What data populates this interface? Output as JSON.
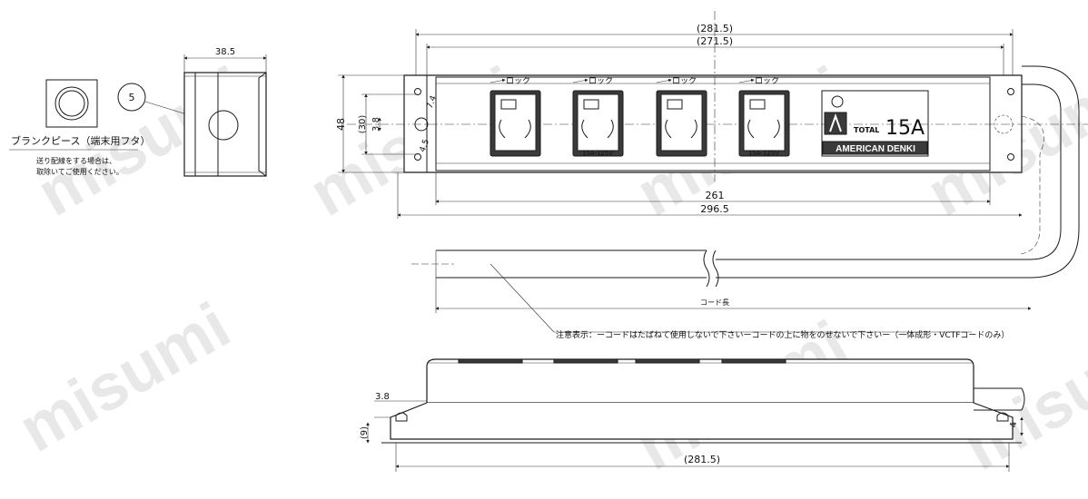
{
  "watermark": "misumi",
  "blank_piece": {
    "width_dim": "38.5",
    "balloon": "5",
    "title": "ブランクピース（端末用フタ）",
    "note_line1": "送り配線をする場合は、",
    "note_line2": "取除いてご使用ください。"
  },
  "front_view": {
    "dim_outer": "(281.5)",
    "dim_inner": "(271.5)",
    "dim_body": "261",
    "dim_total": "296.5",
    "dim_height": "48",
    "dim_30": "(30)",
    "dim_3_8": "3.8",
    "dim_7_4": "7.4",
    "dim_4_5": "4.5",
    "lock_label": "ロック",
    "outlet_rating": "15A-125V",
    "brand_total": "TOTAL",
    "brand_amp": "15A",
    "brand_name": "AMERICAN DENKI"
  },
  "cord": {
    "length_label": "コード長",
    "caution": "注意表示：ーコードはたばねて使用しないで下さいーコードの上に物をのせないで下さいー（一体成形・VCTFコードのみ）"
  },
  "side_view": {
    "dim_3_8": "3.8",
    "dim_9": "(9)",
    "dim_4": "4",
    "dim_length": "(281.5)"
  }
}
